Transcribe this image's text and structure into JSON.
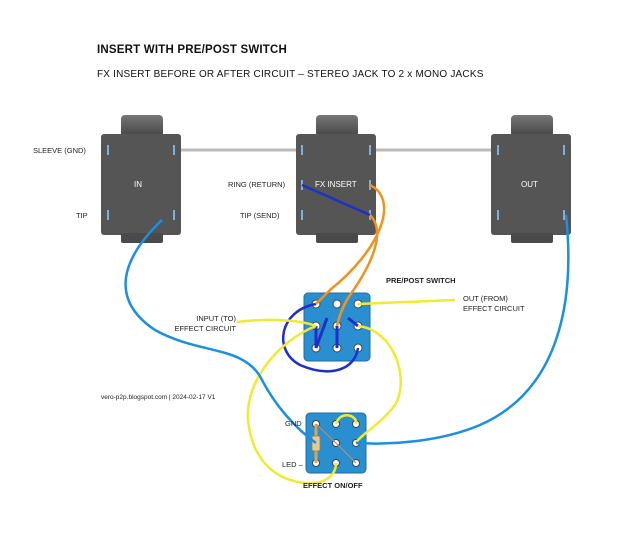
{
  "title": "INSERT WITH PRE/POST SWITCH",
  "subtitle": "FX INSERT BEFORE OR AFTER CIRCUIT – STEREO JACK TO 2 x MONO JACKS",
  "jacks": {
    "in": "IN",
    "fx": "FX INSERT",
    "out": "OUT"
  },
  "labels": {
    "sleeve": "SLEEVE (GND)",
    "tip": "TIP",
    "ring_return": "RING (RETURN)",
    "tip_send": "TIP (SEND)",
    "pre_post_switch": "PRE/POST SWITCH",
    "input_to_line1": "INPUT (TO)",
    "input_to_line2": "EFFECT CIRCUIT",
    "out_from_line1": "OUT (FROM)",
    "out_from_line2": "EFFECT CIRCUIT",
    "gnd": "GND",
    "led_minus": "LED –",
    "effect_onoff": "EFFECT ON/OFF",
    "credit": "vero-p2p.blogspot.com  |  2024-02-17 V1"
  },
  "colors": {
    "jack_body": "#555555",
    "switch_body": "#2a8fd0",
    "wire_blue": "#1a8fe3",
    "wire_dark_blue": "#1f2fc9",
    "wire_orange": "#f0921e",
    "wire_yellow": "#f2ea2e",
    "sleeve_bus": "#bbbbbb"
  }
}
